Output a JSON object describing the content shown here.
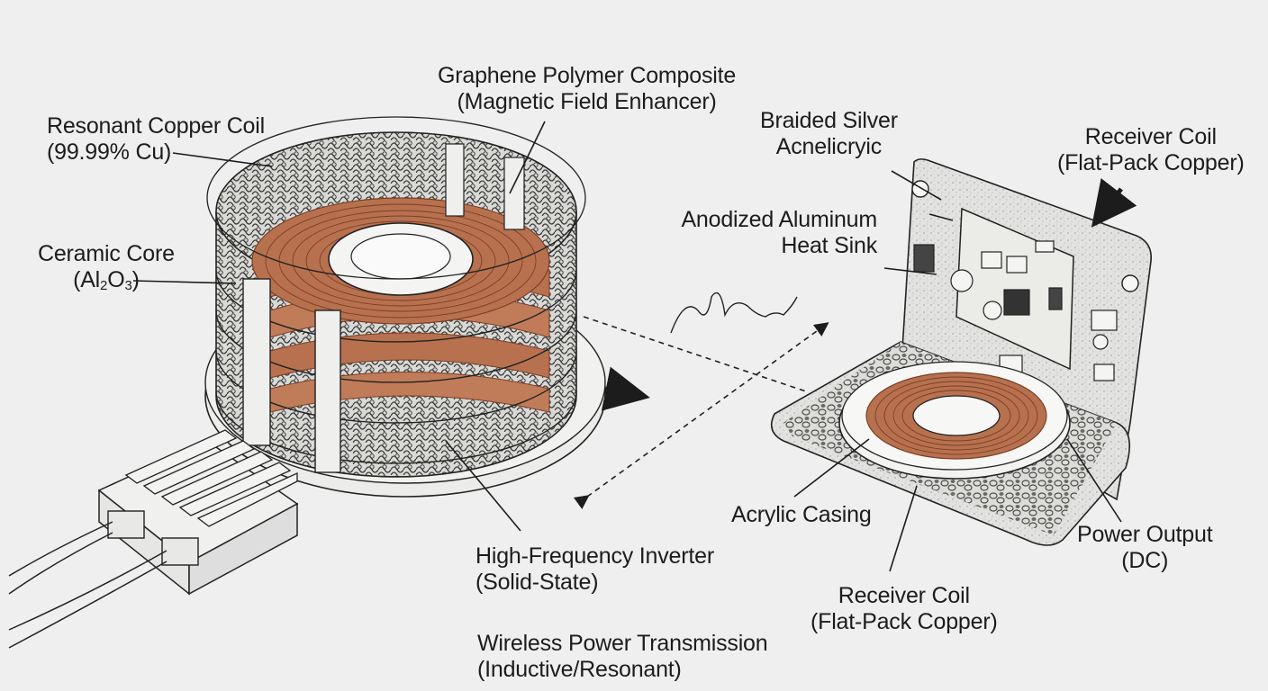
{
  "labels": {
    "graphene": {
      "line1": "Graphene Polymer Composite",
      "line2": "(Magnetic Field Enhancer)"
    },
    "copper_coil": {
      "line1": "Resonant Copper Coil",
      "line2": "(99.99% Cu)"
    },
    "ceramic_core": {
      "line1": "Ceramic Core",
      "line2_prefix": "(Al",
      "sub1": "2",
      "line2_mid": "O",
      "sub2": "3",
      "line2_suffix": ")"
    },
    "braided_silver": {
      "line1": "Braided Silver",
      "line2": "Acnelicryic"
    },
    "receiver_coil_top": {
      "line1": "Receiver Coil",
      "line2": "(Flat-Pack Copper)"
    },
    "heat_sink": {
      "line1": "Anodized Aluminum",
      "line2": "Heat Sink"
    },
    "acrylic_casing": {
      "line1": "Acrylic Casing"
    },
    "power_output": {
      "line1": "Power Output",
      "line2": "(DC)"
    },
    "receiver_coil_bottom": {
      "line1": "Receiver Coil",
      "line2": "(Flat-Pack Copper)"
    },
    "inverter": {
      "line1": "High-Frequency Inverter",
      "line2": "(Solid-State)"
    },
    "transmission": {
      "line1": "Wireless Power Transmission",
      "line2": "(Inductive/Resonant)"
    }
  },
  "colors": {
    "background": "#efefef",
    "ink": "#1c1c1c",
    "copper": "#b8714f",
    "copper_dark": "#8a4a30",
    "mesh": "#3a3a3a",
    "board": "#e2e2e0"
  }
}
